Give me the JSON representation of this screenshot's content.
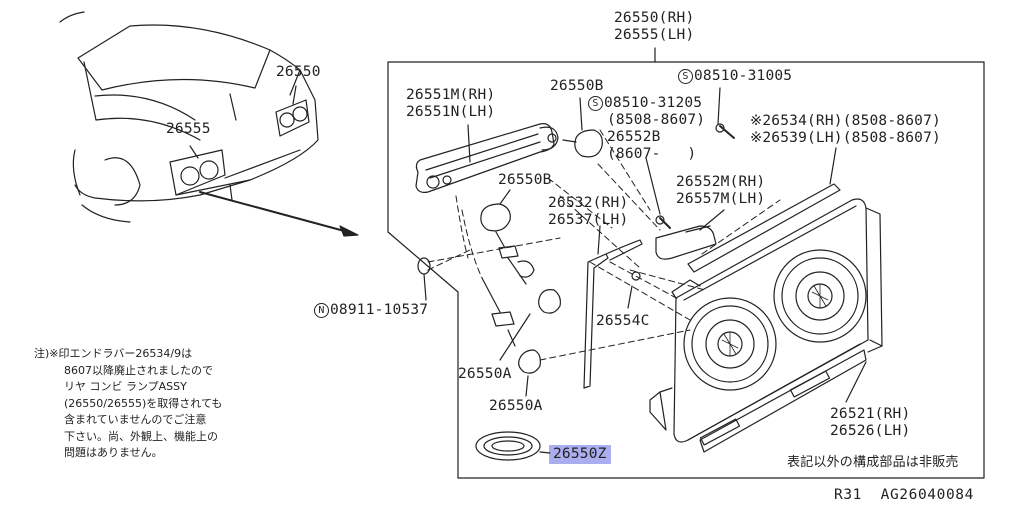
{
  "labels": {
    "car_26550": "26550",
    "car_26555": "26555",
    "assy_rh": "26550(RH)",
    "assy_lh": "26555(LH)",
    "p26551m": "26551M(RH)",
    "p26551n": "26551N(LH)",
    "p26550b_top": "26550B",
    "s08510_31205": "08510-31205",
    "s08510_31205_date": "(8508-8607)",
    "s08510_31005": "08510-31005",
    "p26552b": "26552B",
    "p26552b_date": "(8607-   )",
    "p26534": "※26534(RH)(8508-8607)",
    "p26539": "※26539(LH)(8508-8607)",
    "p26550b_mid": "26550B",
    "p26552m": "26552M(RH)",
    "p26557m": "26557M(LH)",
    "p26532": "26532(RH)",
    "p26537": "26537(LH)",
    "n08911_10537": "08911-10537",
    "p26554c": "26554C",
    "p26550a_1": "26550A",
    "p26550a_2": "26550A",
    "p26521": "26521(RH)",
    "p26526": "26526(LH)",
    "p26550z": "26550Z",
    "not_sold": "表記以外の構成部品は非販売",
    "footer_code": "R31  AG26040084",
    "circle_s": "S",
    "circle_n": "N"
  },
  "note": {
    "line1": "注)※印エンドラバー26534/9は",
    "line2": "8607以降廃止されましたので",
    "line3": "リヤ コンビ ランプASSY",
    "line4": "(26550/26555)を取得されても",
    "line5": "含まれていませんのでご注意",
    "line6": "下さい。尚、外観上、機能上の",
    "line7": "問題はありません。"
  },
  "colors": {
    "highlight": "#8f93e8",
    "line": "#222222"
  }
}
